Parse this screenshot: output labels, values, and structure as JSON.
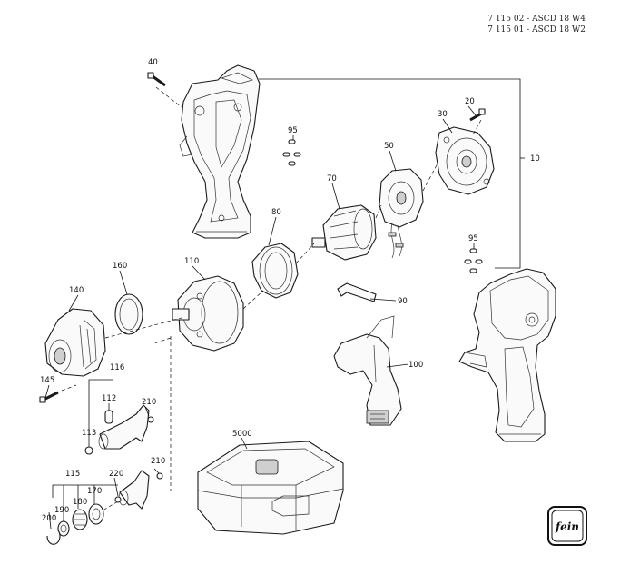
{
  "header": {
    "model_lines": [
      "7 115 02 - ASCD 18 W4",
      "7 115 01 - ASCD 18 W2"
    ]
  },
  "parts": [
    {
      "id": "p10",
      "number": "10",
      "icon": "housing-assembly"
    },
    {
      "id": "p20",
      "number": "20",
      "icon": "screw"
    },
    {
      "id": "p30",
      "number": "30",
      "icon": "motor-cover"
    },
    {
      "id": "p40",
      "number": "40",
      "icon": "screw"
    },
    {
      "id": "p50",
      "number": "50",
      "icon": "electronics-board"
    },
    {
      "id": "p70",
      "number": "70",
      "icon": "motor-rotor"
    },
    {
      "id": "p80",
      "number": "80",
      "icon": "ring"
    },
    {
      "id": "p90",
      "number": "90",
      "icon": "switch-trigger"
    },
    {
      "id": "p95a",
      "number": "95",
      "icon": "small-parts"
    },
    {
      "id": "p95b",
      "number": "95",
      "icon": "small-parts"
    },
    {
      "id": "p100",
      "number": "100",
      "icon": "switch-module"
    },
    {
      "id": "p110",
      "number": "110",
      "icon": "gear-housing"
    },
    {
      "id": "p112",
      "number": "112",
      "icon": "pin"
    },
    {
      "id": "p113",
      "number": "113",
      "icon": "spring"
    },
    {
      "id": "p115",
      "number": "115",
      "icon": "spindle-assembly"
    },
    {
      "id": "p116",
      "number": "116",
      "icon": "spindle-assembly"
    },
    {
      "id": "p140",
      "number": "140",
      "icon": "front-cover"
    },
    {
      "id": "p145",
      "number": "145",
      "icon": "screw"
    },
    {
      "id": "p160",
      "number": "160",
      "icon": "o-ring"
    },
    {
      "id": "p170",
      "number": "170",
      "icon": "spring"
    },
    {
      "id": "p180",
      "number": "180",
      "icon": "washer"
    },
    {
      "id": "p190",
      "number": "190",
      "icon": "ring"
    },
    {
      "id": "p200",
      "number": "200",
      "icon": "circlip"
    },
    {
      "id": "p210a",
      "number": "210",
      "icon": "ball"
    },
    {
      "id": "p210b",
      "number": "210",
      "icon": "ball"
    },
    {
      "id": "p220",
      "number": "220",
      "icon": "ball"
    },
    {
      "id": "p5000",
      "number": "5000",
      "icon": "carrying-case"
    }
  ],
  "logo": {
    "text": "fein"
  }
}
